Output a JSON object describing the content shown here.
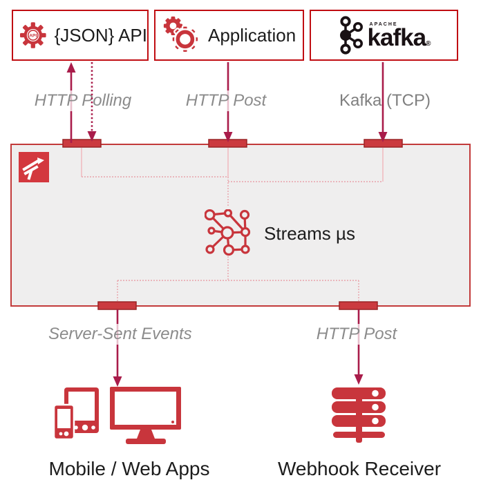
{
  "colors": {
    "box_border": "#c00d12",
    "icon_red": "#c8353c",
    "arrow": "#a91c4a",
    "port_fill": "#cb3a3f",
    "port_border": "#992427",
    "panel_bg": "#efeeee",
    "panel_border": "#c23a3a",
    "dotted_internal": "#e9a2aa",
    "label_gray": "#8b8b8b",
    "text_black": "#1c1c1c",
    "swim_bg": "#d3383e",
    "kafka_black": "#191114"
  },
  "sources": [
    {
      "label": "{JSON} API",
      "icon": "api-gear-icon",
      "icon_text": "API"
    },
    {
      "label": "Application",
      "icon": "gears-icon"
    },
    {
      "brand_top": "APACHE",
      "brand": "kafka",
      "brand_mark": "®",
      "icon": "kafka-logo-icon"
    }
  ],
  "flows_in": [
    {
      "label": "HTTP Polling",
      "style": "italic",
      "arrows": [
        "solid-up",
        "dotted-down"
      ]
    },
    {
      "label": "HTTP Post",
      "style": "italic",
      "arrows": [
        "solid-down"
      ]
    },
    {
      "label": "Kafka (TCP)",
      "style": "normal",
      "arrows": [
        "solid-down"
      ]
    }
  ],
  "platform": {
    "logo_icon": "swim-logo-icon",
    "service": {
      "label": "Streams µs",
      "icon": "streams-network-icon"
    }
  },
  "flows_out": [
    {
      "label": "Server-Sent Events",
      "style": "italic",
      "arrows": [
        "solid-down"
      ]
    },
    {
      "label": "HTTP Post",
      "style": "italic",
      "arrows": [
        "solid-down"
      ]
    }
  ],
  "sinks": [
    {
      "label": "Mobile / Web Apps",
      "icon": "mobile-web-devices-icon"
    },
    {
      "label": "Webhook Receiver",
      "icon": "server-stack-icon"
    }
  ]
}
